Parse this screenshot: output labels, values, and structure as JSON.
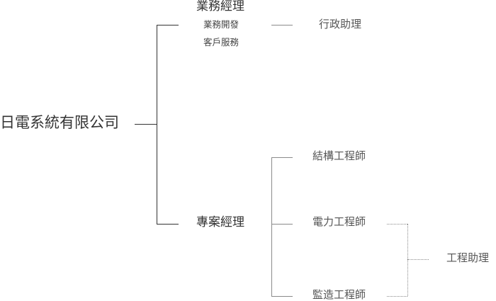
{
  "org": {
    "root": "日電系統有限公司",
    "sales": {
      "manager": "業務經理",
      "duties": [
        "業務開發",
        "客戶服務"
      ],
      "assistant": "行政助理"
    },
    "project": {
      "manager": "專案經理",
      "engineers": [
        "結構工程師",
        "電力工程師",
        "監造工程師"
      ],
      "assistant": "工程助理"
    }
  }
}
